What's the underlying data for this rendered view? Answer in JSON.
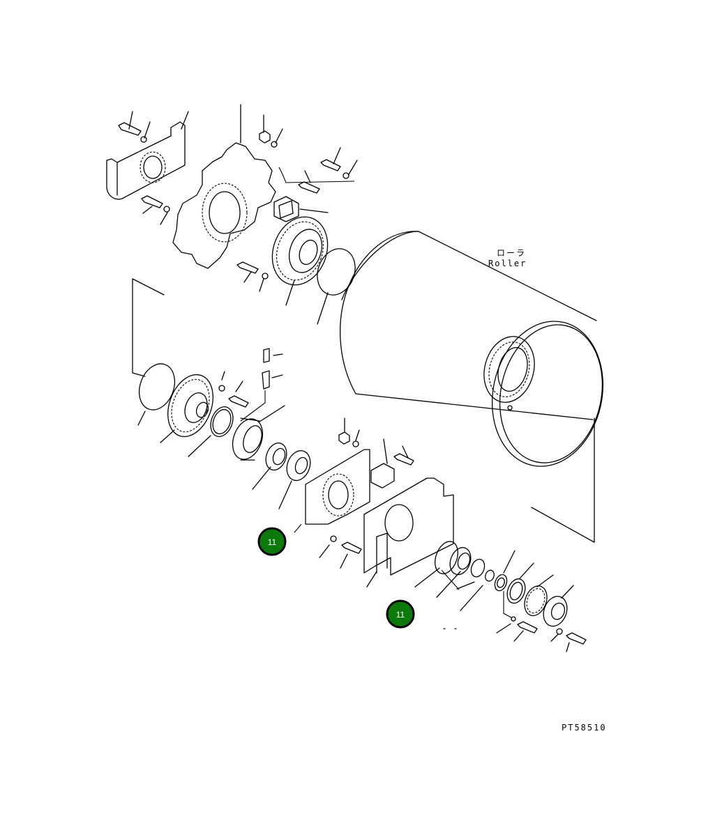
{
  "labels": {
    "roller_jp": "ローラ",
    "roller_en": "Roller",
    "drawing_code": "PT58510"
  },
  "callouts": [
    {
      "number": "11"
    },
    {
      "number": "11"
    }
  ],
  "colors": {
    "callout_fill": "#0b7a0b",
    "callout_text": "#ffffff",
    "line": "#000000",
    "background": "#ffffff"
  }
}
